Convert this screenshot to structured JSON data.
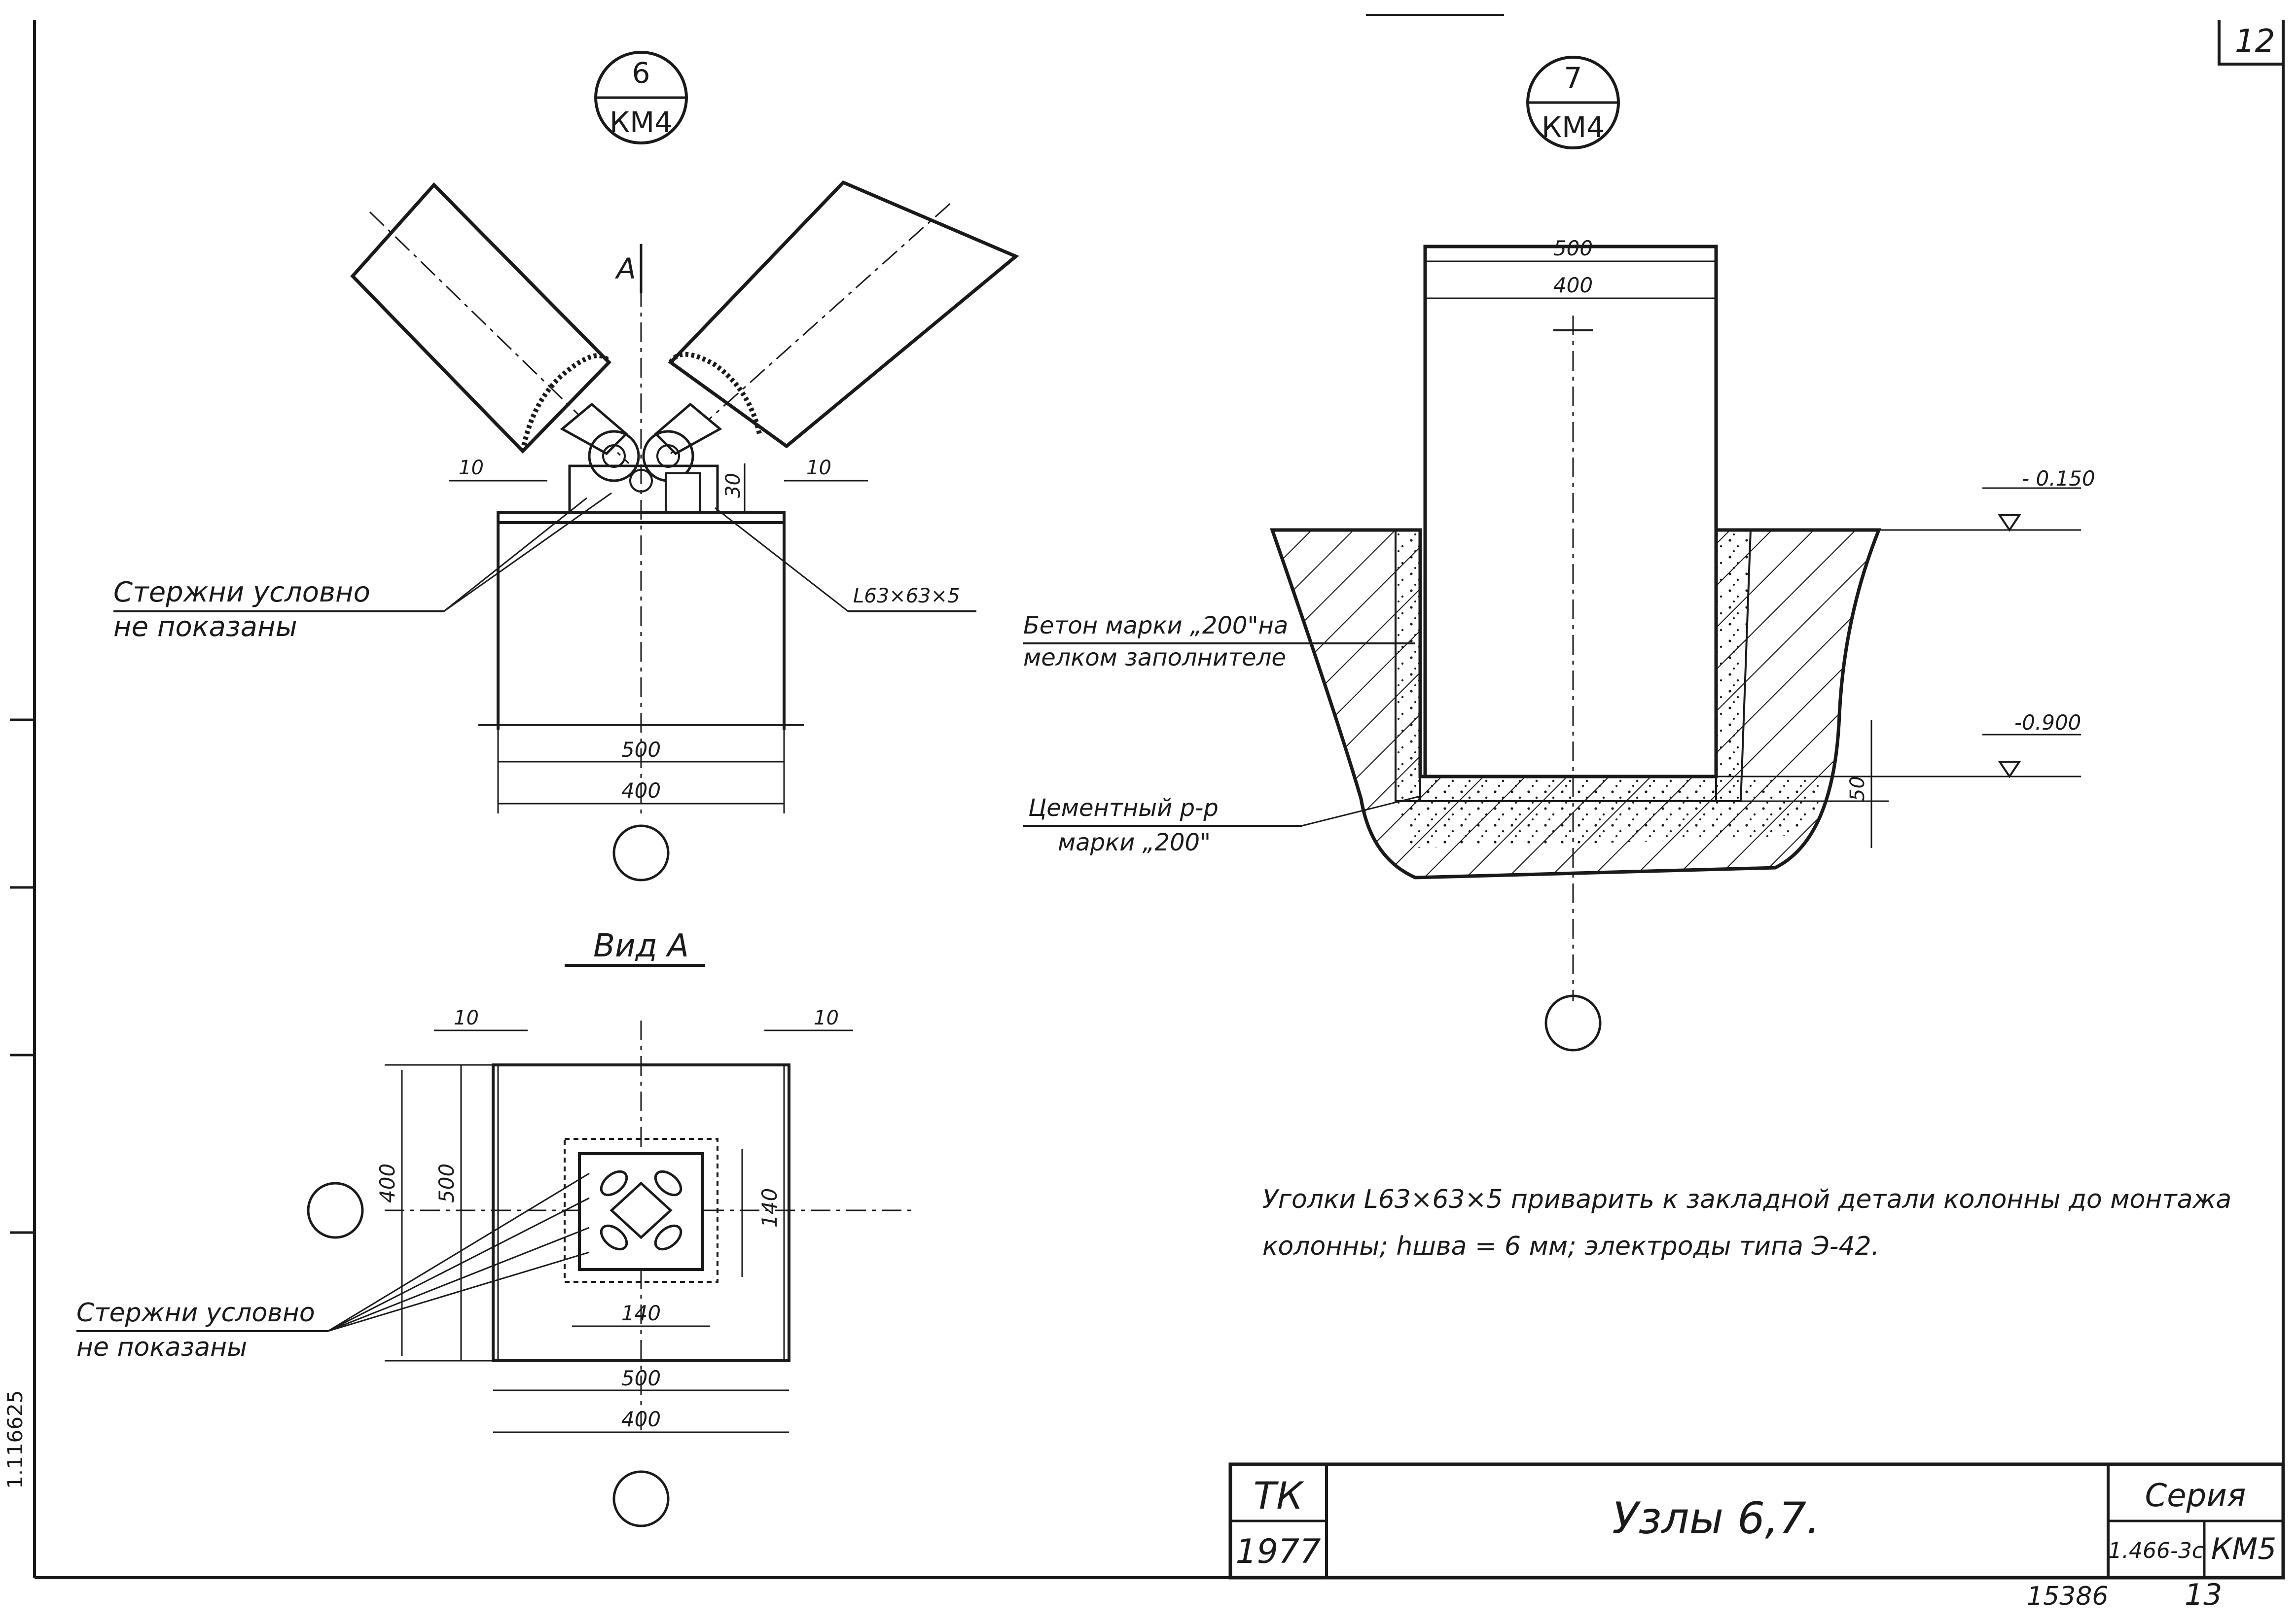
{
  "sheet": {
    "page_number": "12",
    "bottom_number": "13",
    "stamp_number": "15386",
    "edge_code": "1.116625"
  },
  "node6": {
    "marker_top": "6",
    "marker_bottom": "КМ4",
    "view_arrow": "А",
    "dim_left_gap": "10",
    "dim_right_gap": "10",
    "dim_height": "30",
    "dim_outer": "500",
    "dim_inner": "400",
    "note_line1": "Стержни условно",
    "note_line2": "не показаны",
    "angle_label": "L63×63×5"
  },
  "view_a": {
    "title": "Вид А",
    "dim_left_gap": "10",
    "dim_right_gap": "10",
    "dim_v_inner": "400",
    "dim_v_outer": "500",
    "dim_core_v": "140",
    "dim_core_h": "140",
    "dim_outer": "500",
    "dim_inner": "400",
    "note_line1": "Стержни условно",
    "note_line2": "не показаны"
  },
  "node7": {
    "marker_top": "7",
    "marker_bottom": "КМ4",
    "dim_outer": "500",
    "dim_inner": "400",
    "level_top": "- 0.150",
    "level_bottom": "-0.900",
    "dim_bed": "50",
    "concrete_line1": "Бетон марки „200\"на",
    "concrete_line2": "мелком заполнителе",
    "mortar_line1": "Цементный р-р",
    "mortar_line2": "марки „200\""
  },
  "notes": {
    "line1": "Уголки L63×63×5 приварить к закладной детали колонны до монтажа",
    "line2": "колонны; hшва = 6 мм; электроды типа Э-42."
  },
  "title_block": {
    "org": "ТК",
    "year": "1977",
    "title": "Узлы 6,7.",
    "series_label": "Серия",
    "series_code": "1.466-3с",
    "sheet_code": "КМ5"
  }
}
